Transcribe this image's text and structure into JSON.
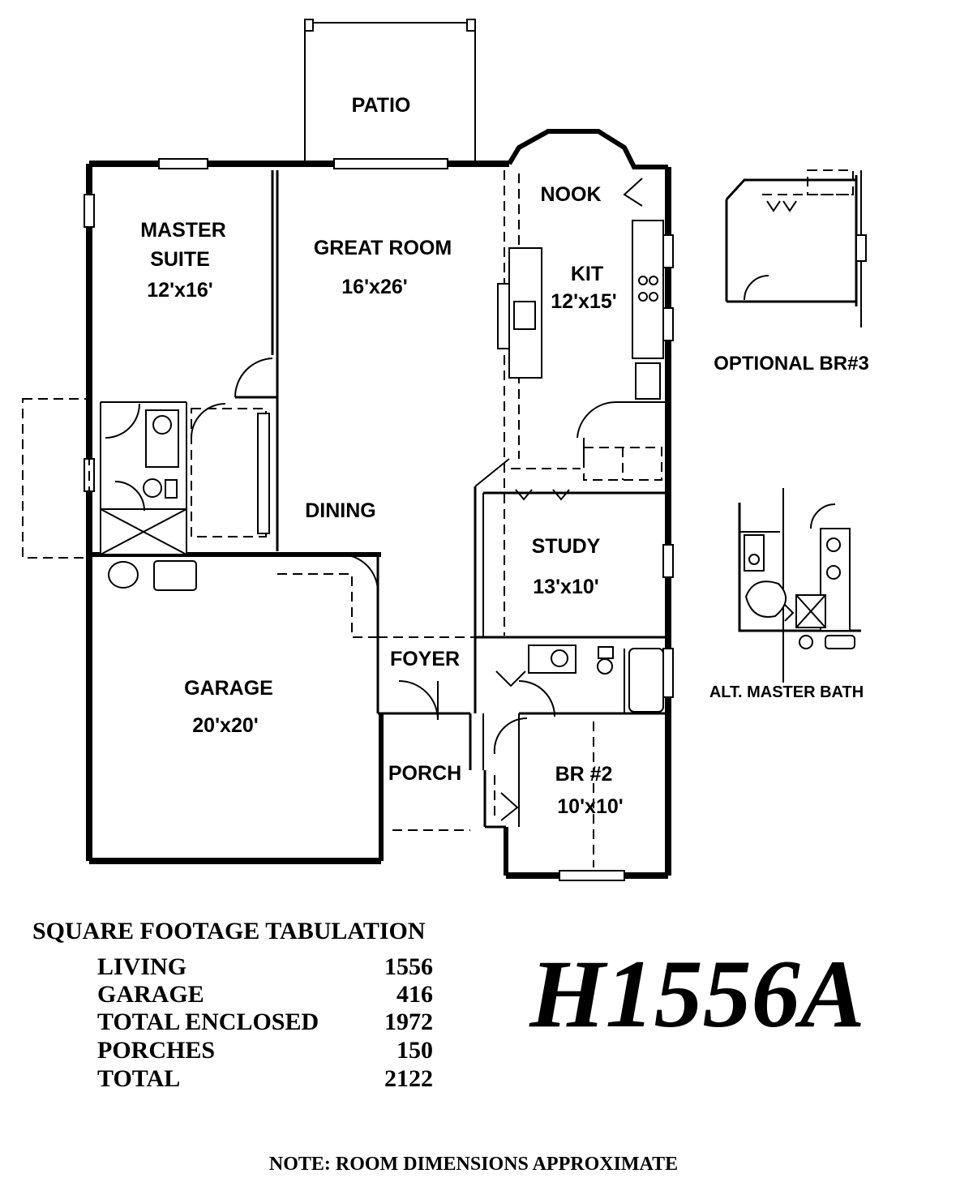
{
  "rooms": {
    "patio": "PATIO",
    "master_suite_line1": "MASTER",
    "master_suite_line2": "SUITE",
    "master_suite_size": "12'x16'",
    "great_room": "GREAT ROOM",
    "great_room_size": "16'x26'",
    "nook": "NOOK",
    "kit": "KIT",
    "kit_size": "12'x15'",
    "dining": "DINING",
    "study": "STUDY",
    "study_size": "13'x10'",
    "garage": "GARAGE",
    "garage_size": "20'x20'",
    "foyer": "FOYER",
    "porch": "PORCH",
    "br2": "BR #2",
    "br2_size": "10'x10'"
  },
  "options": {
    "optional_br3": "OPTIONAL BR#3",
    "alt_master_bath": "ALT. MASTER BATH"
  },
  "tabulation": {
    "title": "SQUARE FOOTAGE TABULATION",
    "rows": [
      {
        "label": "LIVING",
        "value": "1556"
      },
      {
        "label": "GARAGE",
        "value": "416"
      },
      {
        "label": "TOTAL ENCLOSED",
        "value": "1972"
      },
      {
        "label": "PORCHES",
        "value": "150"
      },
      {
        "label": "TOTAL",
        "value": "2122"
      }
    ]
  },
  "plan_code": "H1556A",
  "note": "NOTE: ROOM DIMENSIONS APPROXIMATE"
}
